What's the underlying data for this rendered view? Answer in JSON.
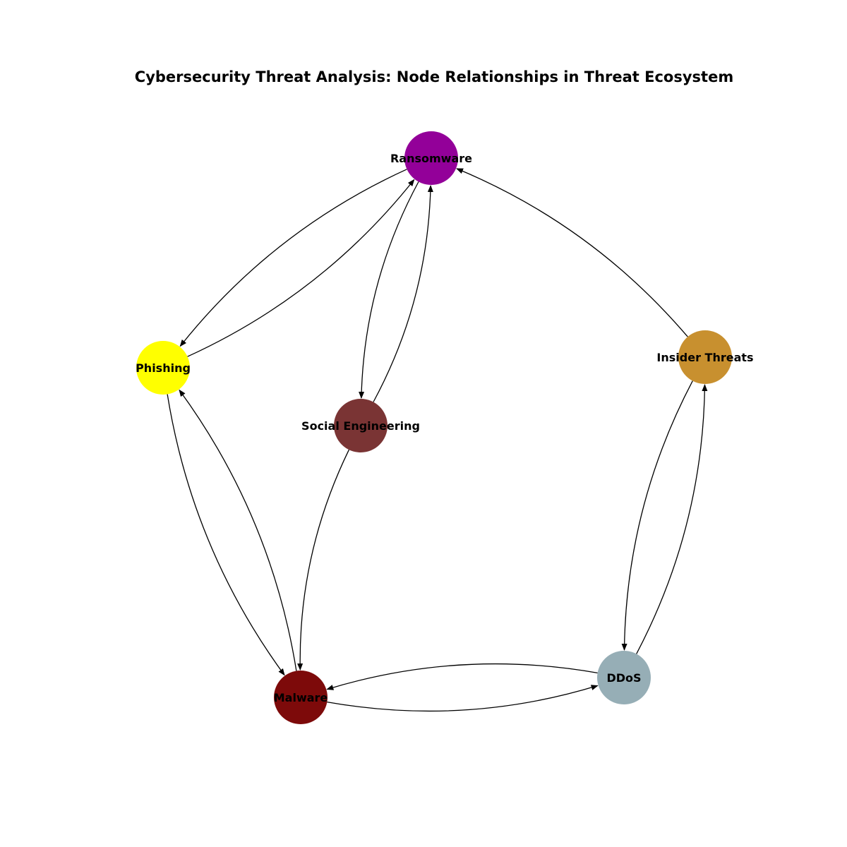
{
  "title": "Cybersecurity Threat Analysis: Node Relationships in Threat Ecosystem",
  "nodes": [
    {
      "id": "ransomware",
      "label": "Ransomware",
      "color": "#930099"
    },
    {
      "id": "phishing",
      "label": "Phishing",
      "color": "#ffff00"
    },
    {
      "id": "social",
      "label": "Social Engineering",
      "color": "#7a3434"
    },
    {
      "id": "insider",
      "label": "Insider Threats",
      "color": "#c8902f"
    },
    {
      "id": "malware",
      "label": "Malware",
      "color": "#7d0a0a"
    },
    {
      "id": "ddos",
      "label": "DDoS",
      "color": "#96aeb6"
    }
  ],
  "edges": [
    {
      "source": "ransomware",
      "target": "phishing"
    },
    {
      "source": "phishing",
      "target": "ransomware"
    },
    {
      "source": "ransomware",
      "target": "social"
    },
    {
      "source": "social",
      "target": "ransomware"
    },
    {
      "source": "insider",
      "target": "ransomware"
    },
    {
      "source": "phishing",
      "target": "malware"
    },
    {
      "source": "malware",
      "target": "phishing"
    },
    {
      "source": "social",
      "target": "malware"
    },
    {
      "source": "insider",
      "target": "ddos"
    },
    {
      "source": "ddos",
      "target": "insider"
    },
    {
      "source": "ddos",
      "target": "malware"
    },
    {
      "source": "malware",
      "target": "ddos"
    }
  ],
  "edge_color": "#000000"
}
